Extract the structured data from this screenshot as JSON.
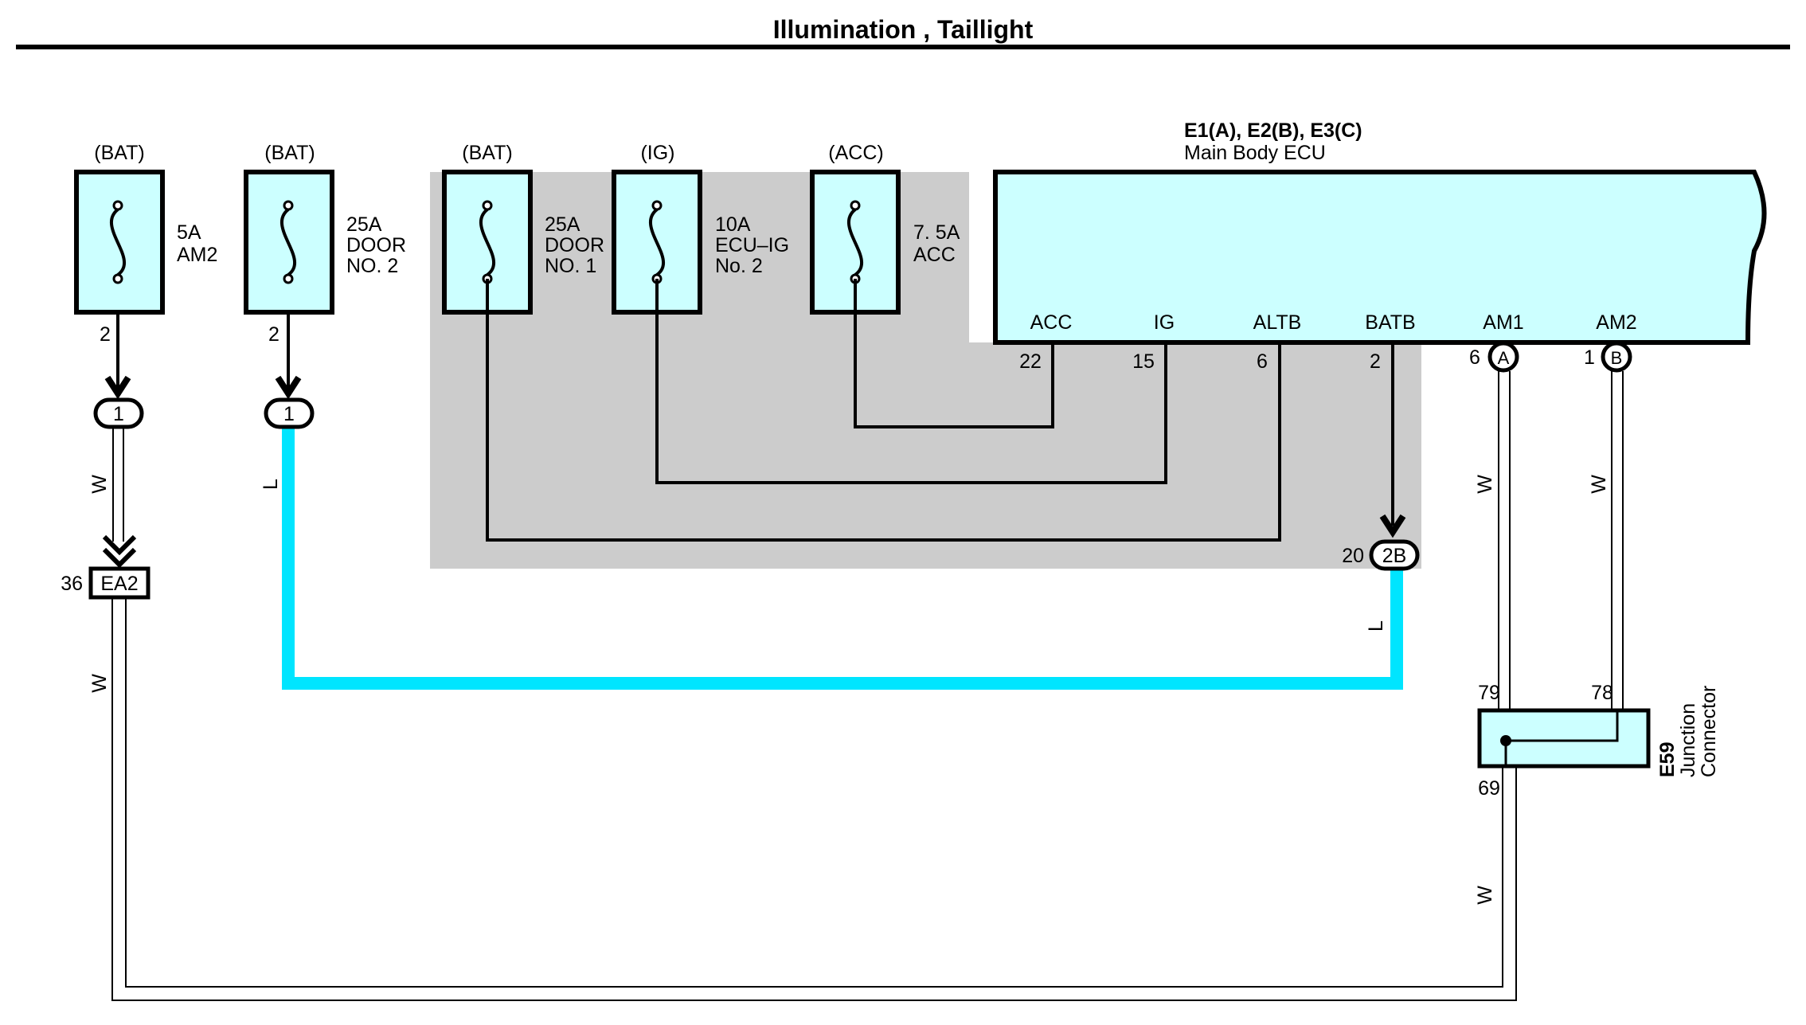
{
  "title": "Illumination , Taillight",
  "fuses": [
    {
      "source": "(BAT)",
      "rating": "5A",
      "name1": "AM2",
      "name2": "",
      "pin": "2"
    },
    {
      "source": "(BAT)",
      "rating": "25A",
      "name1": "DOOR",
      "name2": "NO. 2",
      "pin": "2"
    },
    {
      "source": "(BAT)",
      "rating": "25A",
      "name1": "DOOR",
      "name2": "NO. 1",
      "pin": ""
    },
    {
      "source": "(IG)",
      "rating": "10A",
      "name1": "ECU–IG",
      "name2": "No. 2",
      "pin": ""
    },
    {
      "source": "(ACC)",
      "rating": "7. 5A",
      "name1": "ACC",
      "name2": "",
      "pin": ""
    }
  ],
  "ecu": {
    "codes": "E1(A), E2(B), E3(C)",
    "name": "Main Body ECU",
    "terminals": [
      {
        "label": "ACC",
        "pin": "22"
      },
      {
        "label": "IG",
        "pin": "15"
      },
      {
        "label": "ALTB",
        "pin": "6"
      },
      {
        "label": "BATB",
        "pin": "2"
      },
      {
        "label": "AM1",
        "pin": "6",
        "connector": "A"
      },
      {
        "label": "AM2",
        "pin": "1",
        "connector": "B"
      }
    ]
  },
  "connectors": {
    "j1a": "1",
    "j1b": "1",
    "j2b_label": "2B",
    "j2b_pin": "20",
    "ea2_label": "EA2",
    "ea2_pin": "36"
  },
  "junction": {
    "code": "E59",
    "name1": "Junction",
    "name2": "Connector",
    "pin_in1": "79",
    "pin_in2": "78",
    "pin_out": "69"
  },
  "wire_colors": {
    "w": "W",
    "l": "L",
    "l_hex": "#00e5ff",
    "fill_hex": "#ccffff",
    "shade_hex": "#cccccc"
  }
}
